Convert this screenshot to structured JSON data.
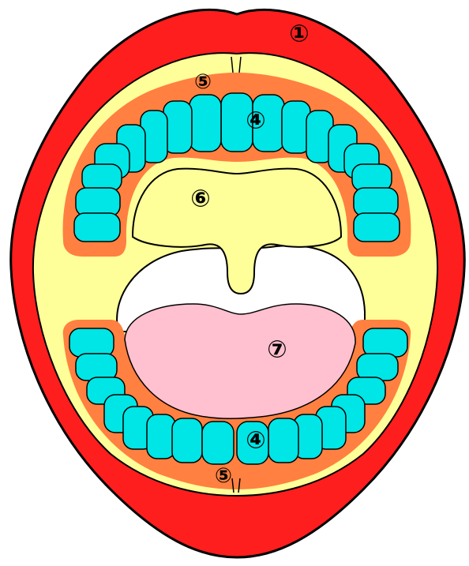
{
  "labels": {
    "lips": "①",
    "teeth_upper": "④",
    "gums_upper": "⑤",
    "palate": "⑥",
    "tongue": "⑦",
    "teeth_lower": "④",
    "gums_lower": "⑤"
  },
  "colors": {
    "lips": "#ff1e1e",
    "mouth_inner": "#ffff99",
    "gums": "#ff8040",
    "teeth": "#00e5e5",
    "throat": "#ffffff",
    "tongue": "#ffc0d0",
    "outline": "#000000"
  }
}
